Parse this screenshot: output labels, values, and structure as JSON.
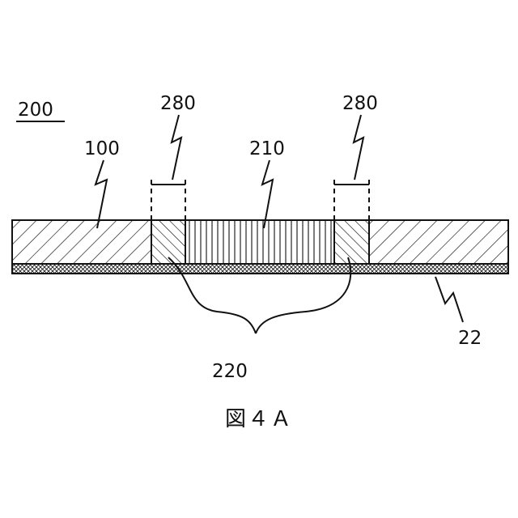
{
  "labels": {
    "assembly": "200",
    "outer_layer": "100",
    "center_part": "210",
    "gap_left": "280",
    "gap_right": "280",
    "sidewall_parts": "220",
    "base_film": "22"
  },
  "caption": "図４Ａ"
}
